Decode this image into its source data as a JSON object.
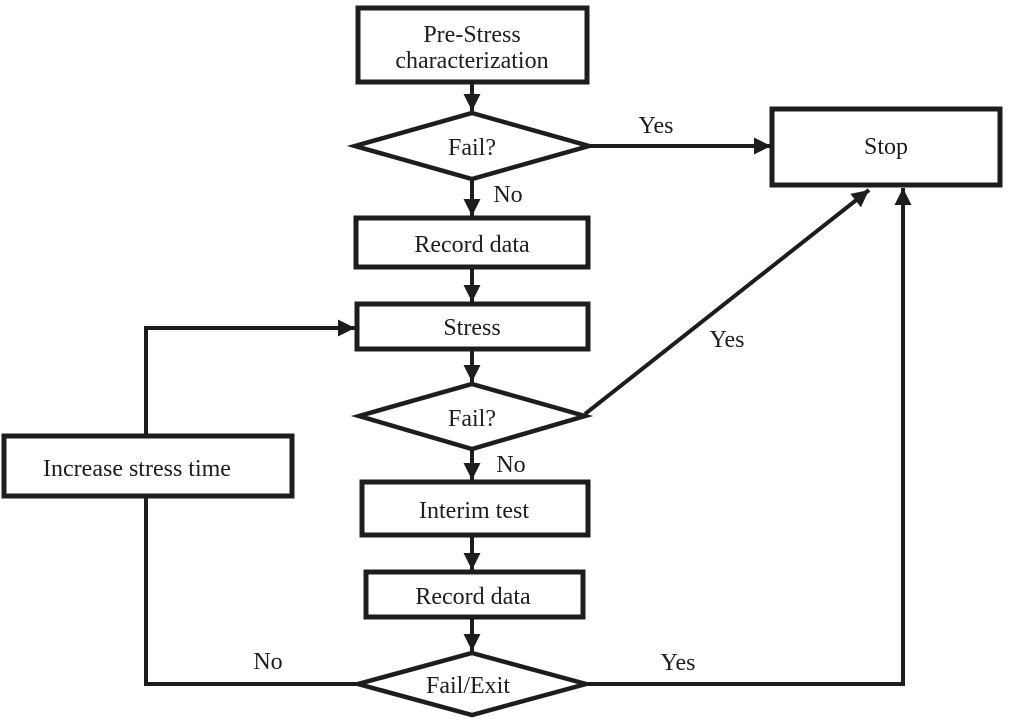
{
  "colors": {
    "stroke": "#1d1d1d",
    "node_fill": "#ffffff",
    "background": "#ffffff",
    "text": "#1d1d1d"
  },
  "nodes": {
    "pre_stress": {
      "line1": "Pre-Stress",
      "line2": "characterization"
    },
    "fail_1": {
      "label": "Fail?"
    },
    "stop": {
      "label": "Stop"
    },
    "record_data_1": {
      "label": "Record data"
    },
    "stress": {
      "label": "Stress"
    },
    "fail_2": {
      "label": "Fail?"
    },
    "increase_stress_time": {
      "label": "Increase stress time"
    },
    "interim_test": {
      "label": "Interim test"
    },
    "record_data_2": {
      "label": "Record data"
    },
    "fail_exit": {
      "label": "Fail/Exit"
    }
  },
  "edges": {
    "fail_1_yes": {
      "label": "Yes"
    },
    "fail_1_no": {
      "label": "No"
    },
    "fail_2_yes": {
      "label": "Yes"
    },
    "fail_2_no": {
      "label": "No"
    },
    "fail_exit_yes": {
      "label": "Yes"
    },
    "fail_exit_no": {
      "label": "No"
    }
  }
}
